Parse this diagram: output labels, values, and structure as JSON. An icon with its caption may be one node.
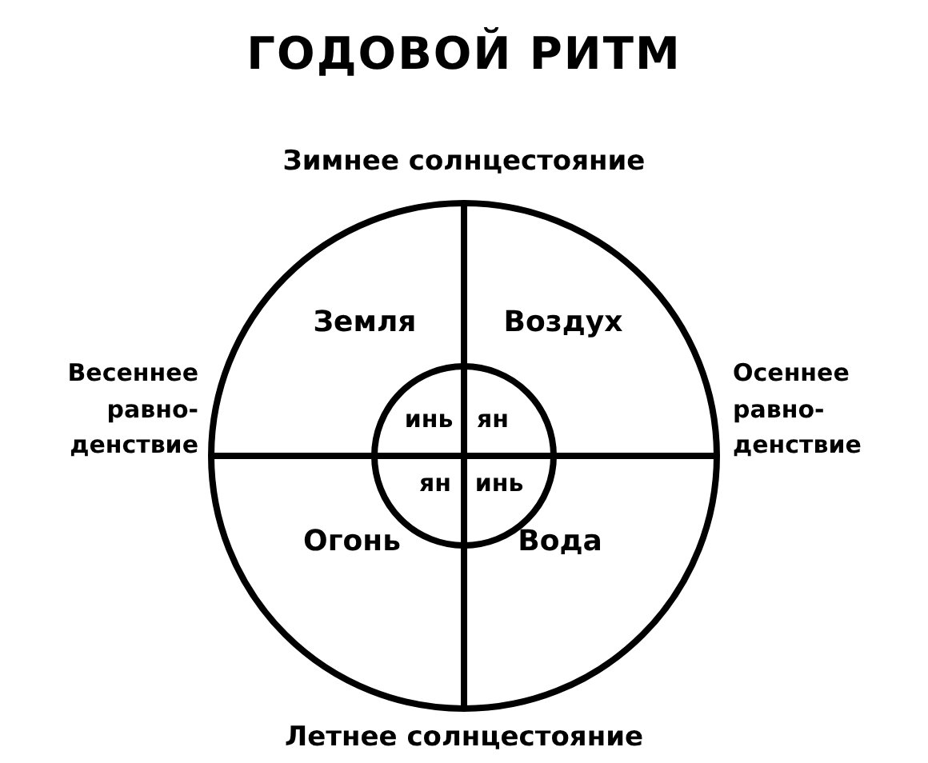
{
  "diagram": {
    "title": "ГОДОВОЙ РИТМ",
    "nodes": [
      {
        "text": [
          "Земля",
          "Воздух",
          "Огонь",
          "Вода"
        ]
      },
      {
        "text": [
          "инь",
          "ян",
          "ян",
          "инь"
        ],
        "in": 0
      }
    ],
    "labels": [
      "Зимнее солнцестояние",
      "Весеннее равно- денствие",
      "Осеннее равно- денствие",
      "Летнее солнцестояние"
    ]
  }
}
